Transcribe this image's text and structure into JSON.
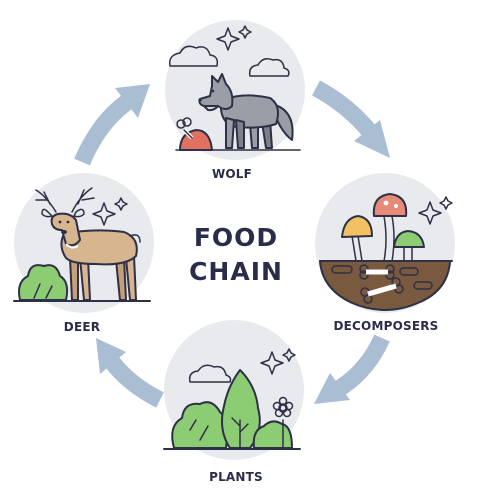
{
  "title": {
    "line1": "FOOD",
    "line2": "CHAIN"
  },
  "stages": {
    "wolf": "WOLF",
    "decomposers": "DECOMPOSERS",
    "plants": "PLANTS",
    "deer": "DEER"
  },
  "colors": {
    "arrow": "#a9bdd3",
    "circle": "#e9eaed",
    "ink": "#2e3047",
    "label": "#2a2d4a",
    "wolf_fur": "#9a9ea6",
    "deer_fur": "#d7b58e",
    "plant_green": "#8ccc72",
    "soil": "#7a5a3e",
    "mushroom_red": "#e88a78",
    "mushroom_yellow": "#f3c062"
  }
}
